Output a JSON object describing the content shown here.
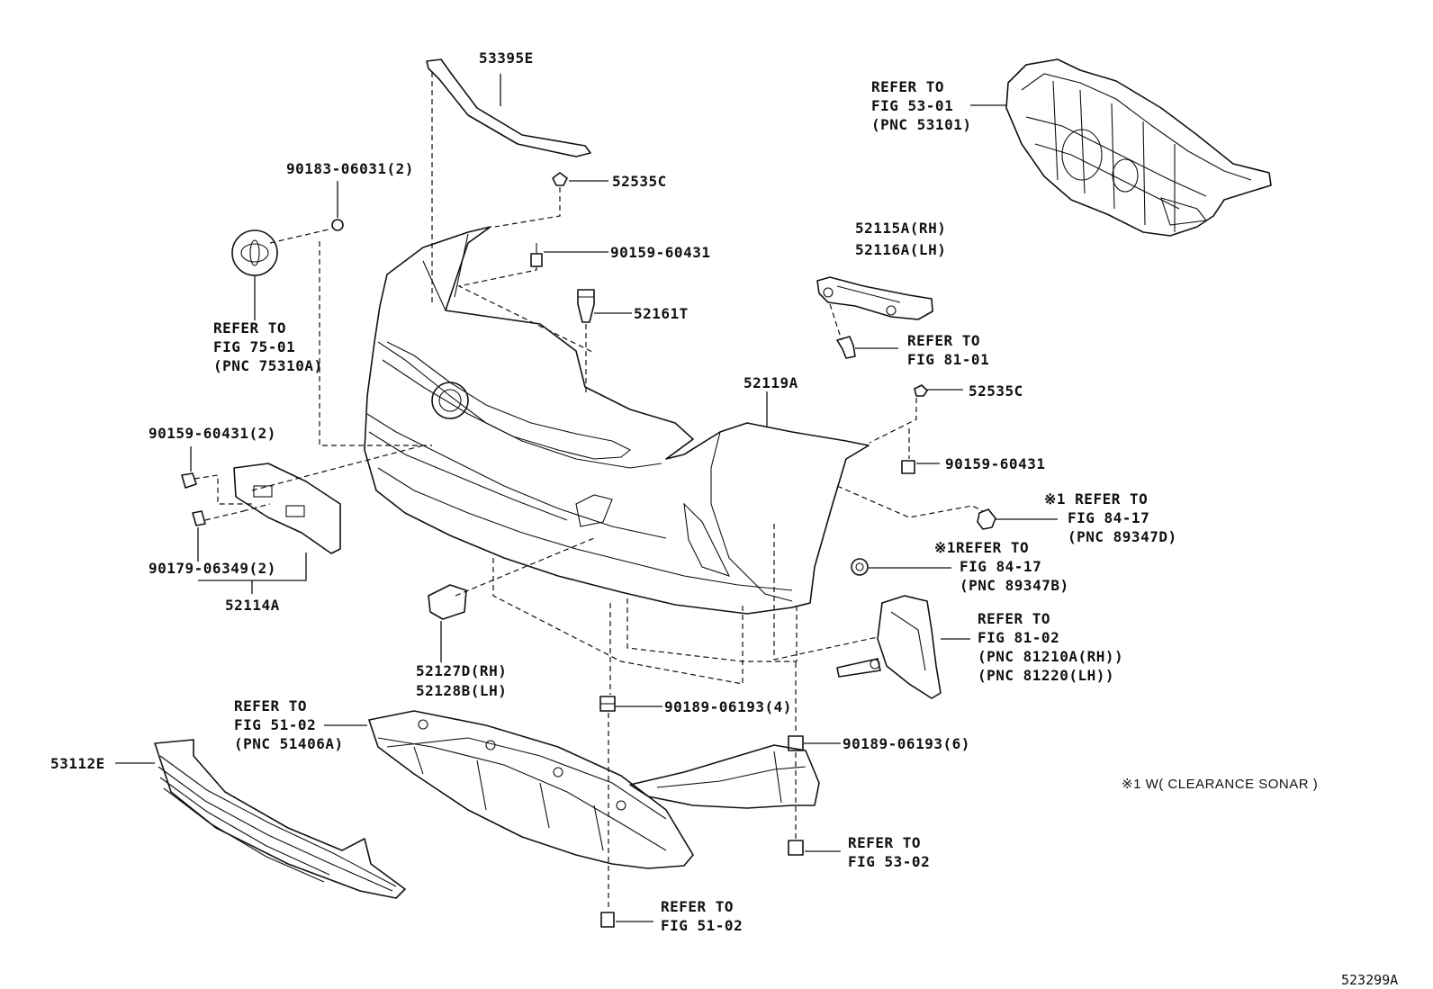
{
  "callouts": {
    "c53395E": "53395E",
    "c90183": "90183-06031(2)",
    "c52535C_top": "52535C",
    "c90159_top": "90159-60431",
    "c52161T": "52161T",
    "c75_ref1": "REFER TO",
    "c75_ref2": "FIG 75-01",
    "c75_ref3": "(PNC 75310A)",
    "c53_ref1": "REFER TO",
    "c53_ref2": "FIG 53-01",
    "c53_ref3": "(PNC 53101)",
    "c52115A": "52115A(RH)",
    "c52116A": "52116A(LH)",
    "c81_01_ref1": "REFER TO",
    "c81_01_ref2": "FIG 81-01",
    "c52119A": "52119A",
    "c52535C_right": "52535C",
    "c90159_right": "90159-60431",
    "c90159_left": "90159-60431(2)",
    "c90179": "90179-06349(2)",
    "c52114A": "52114A",
    "c84_a_ref1": "※1 REFER TO",
    "c84_a_ref2": "FIG 84-17",
    "c84_a_ref3": "(PNC 89347D)",
    "c84_b_ref1": "※1REFER TO",
    "c84_b_ref2": "FIG 84-17",
    "c84_b_ref3": "(PNC 89347B)",
    "c81_02_ref1": "REFER TO",
    "c81_02_ref2": "FIG 81-02",
    "c81_02_ref3": "(PNC 81210A(RH))",
    "c81_02_ref4": "(PNC 81220(LH))",
    "c52127D": "52127D(RH)",
    "c52128B": "52128B(LH)",
    "c51_top_ref1": "REFER TO",
    "c51_top_ref2": "FIG 51-02",
    "c51_top_ref3": "(PNC 51406A)",
    "c53112E": "53112E",
    "c90189_4": "90189-06193(4)",
    "c90189_6": "90189-06193(6)",
    "c53_02_ref1": "REFER TO",
    "c53_02_ref2": "FIG 53-02",
    "c51_bot_ref1": "REFER TO",
    "c51_bot_ref2": "FIG 51-02"
  },
  "footnote": "※1 W( CLEARANCE SONAR )",
  "figure_id": "523299A"
}
